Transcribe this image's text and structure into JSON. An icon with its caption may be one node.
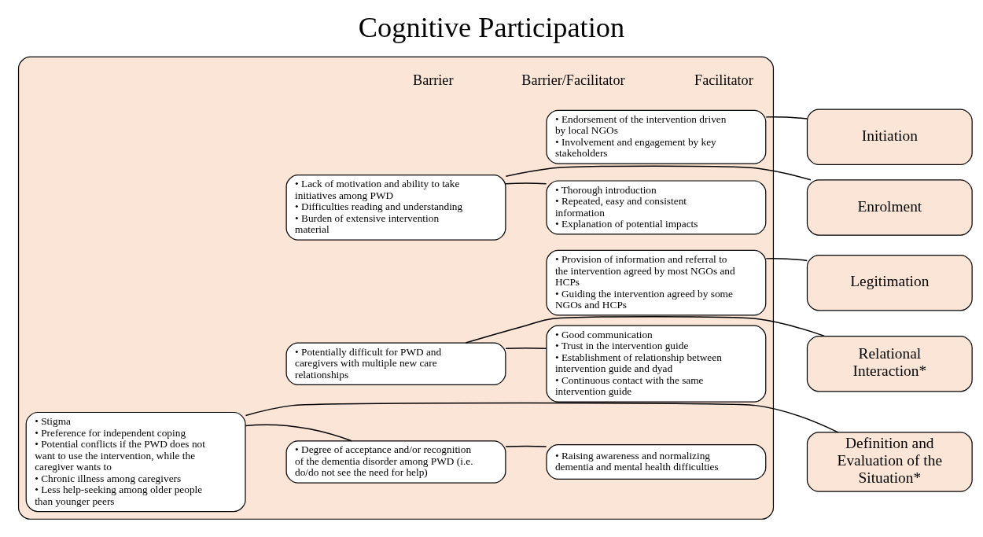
{
  "diagram": {
    "title": "Cognitive Participation",
    "nodes": [
      {
        "text": [],
        "shape": "box"
      },
      {
        "text": [
          "Initiation"
        ]
      },
      {
        "text": [
          "Enrolment"
        ]
      },
      {
        "text": [
          "Legitimation"
        ]
      },
      {
        "text": [
          "Relational Interaction*"
        ]
      },
      {
        "text": [
          "Definition and Evaluation of the Situation*"
        ]
      },
      {
        "text": [
          "• Endorsement of the intervention driven by local NGOs",
          "• Involvement and engagement by key stakeholders"
        ],
        "in": 0
      },
      {
        "text": [
          "• Lack of motivation and ability to take initiatives among PWD",
          "• Difficulties reading and understanding",
          "• Burden of extensive intervention material"
        ],
        "in": 0
      },
      {
        "text": [
          "• Thorough introduction",
          "• Repeated, easy and consistent information",
          "• Explanation of potential impacts"
        ],
        "in": 0
      },
      {
        "text": [
          "• Provision of information and referral to the intervention agreed by most NGOs and HCPs",
          "• Guiding the intervention agreed by some NGOs and HCPs"
        ],
        "in": 0
      },
      {
        "text": [
          "• Potentially difficult for PWD and caregivers with multiple new care relationships"
        ],
        "in": 0
      },
      {
        "text": [
          "• Good communication",
          "• Trust in the intervention guide",
          "• Establishment of relationship between intervention guide and dyad",
          "• Continuous contact with the same intervention guide"
        ],
        "in": 0
      },
      {
        "text": [
          "• Stigma",
          "• Preference for independent coping",
          "• Potential conflicts if the PWD does not want to use the intervention, while the caregiver wants to",
          "• Chronic illness among caregivers",
          "• Less help-seeking among older people than younger peers"
        ],
        "in": 0
      },
      {
        "text": [
          "• Degree of acceptance and/or recognition of the dementia disorder among PWD (i.e. do/do not see the need for help)"
        ],
        "in": 0
      },
      {
        "text": [
          "• Raising awareness and normalizing dementia and mental health difficulties"
        ],
        "in": 0
      }
    ],
    "edges": [
      {
        "from": 1,
        "to": 6,
        "arrow": "none"
      },
      {
        "from": 2,
        "to": 7,
        "arrow": "none"
      },
      {
        "from": 7,
        "to": 8,
        "arrow": "none"
      },
      {
        "from": 3,
        "to": 9,
        "arrow": "none"
      },
      {
        "from": 4,
        "to": 10,
        "arrow": "none"
      },
      {
        "from": 10,
        "to": 11,
        "arrow": "none"
      },
      {
        "from": 5,
        "to": 12,
        "arrow": "none"
      },
      {
        "from": 12,
        "to": 13,
        "arrow": "none"
      },
      {
        "from": 13,
        "to": 14,
        "arrow": "none"
      }
    ],
    "labels": [
      "Barrier",
      "Barrier/Facilitator",
      "Facilitator"
    ]
  }
}
